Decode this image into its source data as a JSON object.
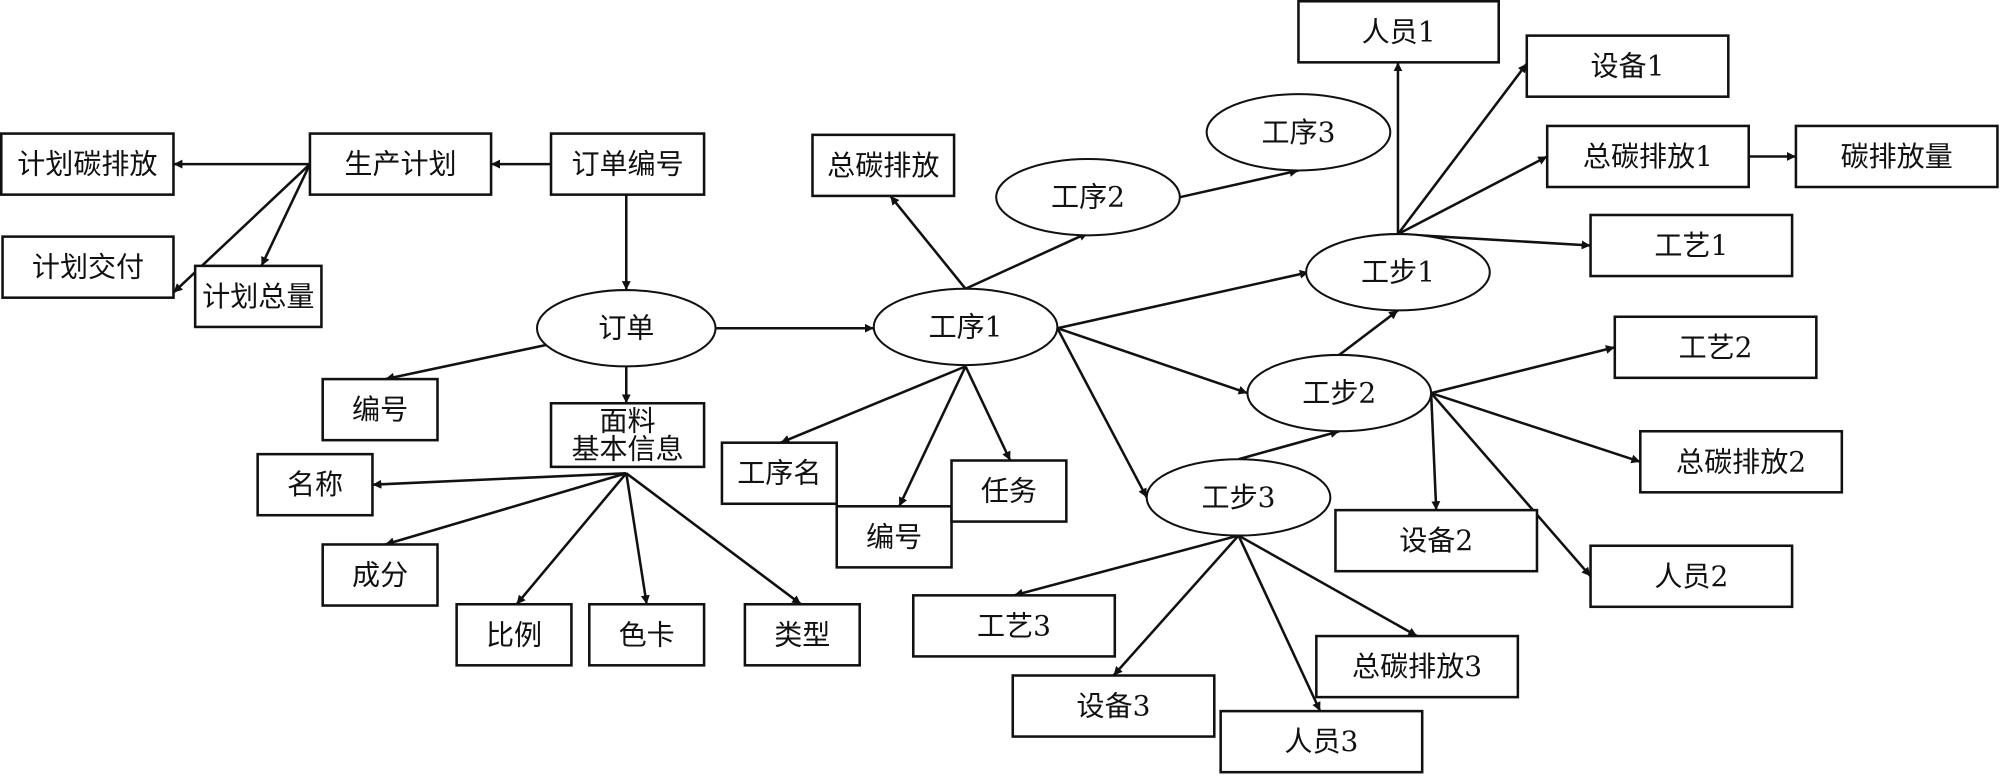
{
  "diagram": {
    "nodes": [
      {
        "id": "plan_carbon",
        "label": "计划碳排放",
        "shape": "box"
      },
      {
        "id": "prod_plan",
        "label": "生产计划",
        "shape": "box"
      },
      {
        "id": "order_no",
        "label": "订单编号",
        "shape": "box"
      },
      {
        "id": "plan_delivery",
        "label": "计划交付",
        "shape": "box"
      },
      {
        "id": "plan_total",
        "label": "计划总量",
        "shape": "box"
      },
      {
        "id": "order",
        "label": "订单",
        "shape": "ellipse"
      },
      {
        "id": "order_code",
        "label": "编号",
        "shape": "box"
      },
      {
        "id": "fabric_info",
        "label": "面料\n基本信息",
        "shape": "box"
      },
      {
        "id": "name",
        "label": "名称",
        "shape": "box"
      },
      {
        "id": "composition",
        "label": "成分",
        "shape": "box"
      },
      {
        "id": "ratio",
        "label": "比例",
        "shape": "box"
      },
      {
        "id": "color_card",
        "label": "色卡",
        "shape": "box"
      },
      {
        "id": "type",
        "label": "类型",
        "shape": "box"
      },
      {
        "id": "total_carbon",
        "label": "总碳排放",
        "shape": "box"
      },
      {
        "id": "proc1",
        "label": "工序1",
        "shape": "ellipse"
      },
      {
        "id": "proc2",
        "label": "工序2",
        "shape": "ellipse"
      },
      {
        "id": "proc3",
        "label": "工序3",
        "shape": "ellipse"
      },
      {
        "id": "proc_name",
        "label": "工序名",
        "shape": "box"
      },
      {
        "id": "proc_code",
        "label": "编号",
        "shape": "box"
      },
      {
        "id": "task",
        "label": "任务",
        "shape": "box"
      },
      {
        "id": "step1",
        "label": "工步1",
        "shape": "ellipse"
      },
      {
        "id": "step2",
        "label": "工步2",
        "shape": "ellipse"
      },
      {
        "id": "step3",
        "label": "工步3",
        "shape": "ellipse"
      },
      {
        "id": "staff1",
        "label": "人员1",
        "shape": "box"
      },
      {
        "id": "equip1",
        "label": "设备1",
        "shape": "box"
      },
      {
        "id": "carbon1",
        "label": "总碳排放1",
        "shape": "box"
      },
      {
        "id": "carbon_amount",
        "label": "碳排放量",
        "shape": "box"
      },
      {
        "id": "craft1",
        "label": "工艺1",
        "shape": "box"
      },
      {
        "id": "craft2",
        "label": "工艺2",
        "shape": "box"
      },
      {
        "id": "carbon2",
        "label": "总碳排放2",
        "shape": "box"
      },
      {
        "id": "equip2",
        "label": "设备2",
        "shape": "box"
      },
      {
        "id": "staff2",
        "label": "人员2",
        "shape": "box"
      },
      {
        "id": "craft3",
        "label": "工艺3",
        "shape": "box"
      },
      {
        "id": "equip3",
        "label": "设备3",
        "shape": "box"
      },
      {
        "id": "carbon3",
        "label": "总碳排放3",
        "shape": "box"
      },
      {
        "id": "staff3",
        "label": "人员3",
        "shape": "box"
      }
    ],
    "edges": [
      {
        "from": "order_no",
        "to": "prod_plan"
      },
      {
        "from": "prod_plan",
        "to": "plan_carbon"
      },
      {
        "from": "prod_plan",
        "to": "plan_delivery"
      },
      {
        "from": "prod_plan",
        "to": "plan_total"
      },
      {
        "from": "order_no",
        "to": "order"
      },
      {
        "from": "order",
        "to": "proc1"
      },
      {
        "from": "order",
        "to": "order_code"
      },
      {
        "from": "order",
        "to": "fabric_info"
      },
      {
        "from": "fabric_info",
        "to": "name"
      },
      {
        "from": "fabric_info",
        "to": "composition"
      },
      {
        "from": "fabric_info",
        "to": "ratio"
      },
      {
        "from": "fabric_info",
        "to": "color_card"
      },
      {
        "from": "fabric_info",
        "to": "type"
      },
      {
        "from": "proc1",
        "to": "total_carbon"
      },
      {
        "from": "proc1",
        "to": "proc2"
      },
      {
        "from": "proc2",
        "to": "proc3"
      },
      {
        "from": "proc1",
        "to": "proc_name"
      },
      {
        "from": "proc1",
        "to": "proc_code"
      },
      {
        "from": "proc1",
        "to": "task"
      },
      {
        "from": "proc1",
        "to": "step1"
      },
      {
        "from": "proc1",
        "to": "step2"
      },
      {
        "from": "proc1",
        "to": "step3"
      },
      {
        "from": "step2",
        "to": "step1"
      },
      {
        "from": "step3",
        "to": "step2"
      },
      {
        "from": "step1",
        "to": "staff1"
      },
      {
        "from": "step1",
        "to": "equip1"
      },
      {
        "from": "step1",
        "to": "carbon1"
      },
      {
        "from": "step1",
        "to": "craft1"
      },
      {
        "from": "carbon1",
        "to": "carbon_amount"
      },
      {
        "from": "step2",
        "to": "craft2"
      },
      {
        "from": "step2",
        "to": "carbon2"
      },
      {
        "from": "step2",
        "to": "equip2"
      },
      {
        "from": "step2",
        "to": "staff2"
      },
      {
        "from": "step3",
        "to": "craft3"
      },
      {
        "from": "step3",
        "to": "equip3"
      },
      {
        "from": "step3",
        "to": "carbon3"
      },
      {
        "from": "step3",
        "to": "staff3"
      }
    ]
  }
}
